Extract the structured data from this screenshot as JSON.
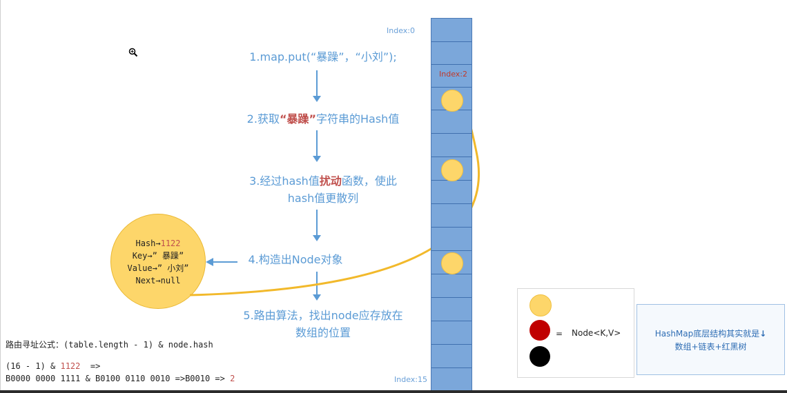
{
  "steps": {
    "s1": "1.map.put(“暴躁”，“小刘”);",
    "s2_prefix": "2.获取",
    "s2_key": "“暴躁”",
    "s2_suffix": "字符串的Hash值",
    "s3_prefix": "3.经过hash值",
    "s3_key": "扰动",
    "s3_suffix": "函数，使此",
    "s3_line2": "hash值更散列",
    "s4": "4.构造出Node对象",
    "s5_line1": "5.路由算法，找出node应存放在",
    "s5_line2": "数组的位置"
  },
  "array": {
    "index_top": "Index:0",
    "index_target": "Index:2",
    "index_bottom": "Index:15"
  },
  "node": {
    "hash_label": "Hash→",
    "hash_value": "1122",
    "key_line": "Key→” 暴躁”",
    "value_line": "Value→” 小刘”",
    "next_line": "Next→null"
  },
  "formula": {
    "title": "路由寻址公式：(table.length - 1) & node.hash",
    "line1_prefix": "(16 - 1) & ",
    "line1_value": "1122",
    "line1_suffix": "  =>",
    "line2_prefix": "B0000 0000 1111 & B0100 0110 0010 =>B0010 => ",
    "line2_value": "2"
  },
  "legend": {
    "equals": "=",
    "label": "Node<K,V>"
  },
  "note": {
    "line1": "HashMap底层结构其实就是",
    "arrow": "↓",
    "line2": "数组+链表+红黑树"
  },
  "colors": {
    "step_text": "#5b9bd5",
    "highlight": "#c0504d",
    "node_yellow": "#fdd66a",
    "array_blue": "#7ba7da",
    "curve": "#f2b92b"
  },
  "icons": {
    "cursor": "zoom-in-icon"
  }
}
